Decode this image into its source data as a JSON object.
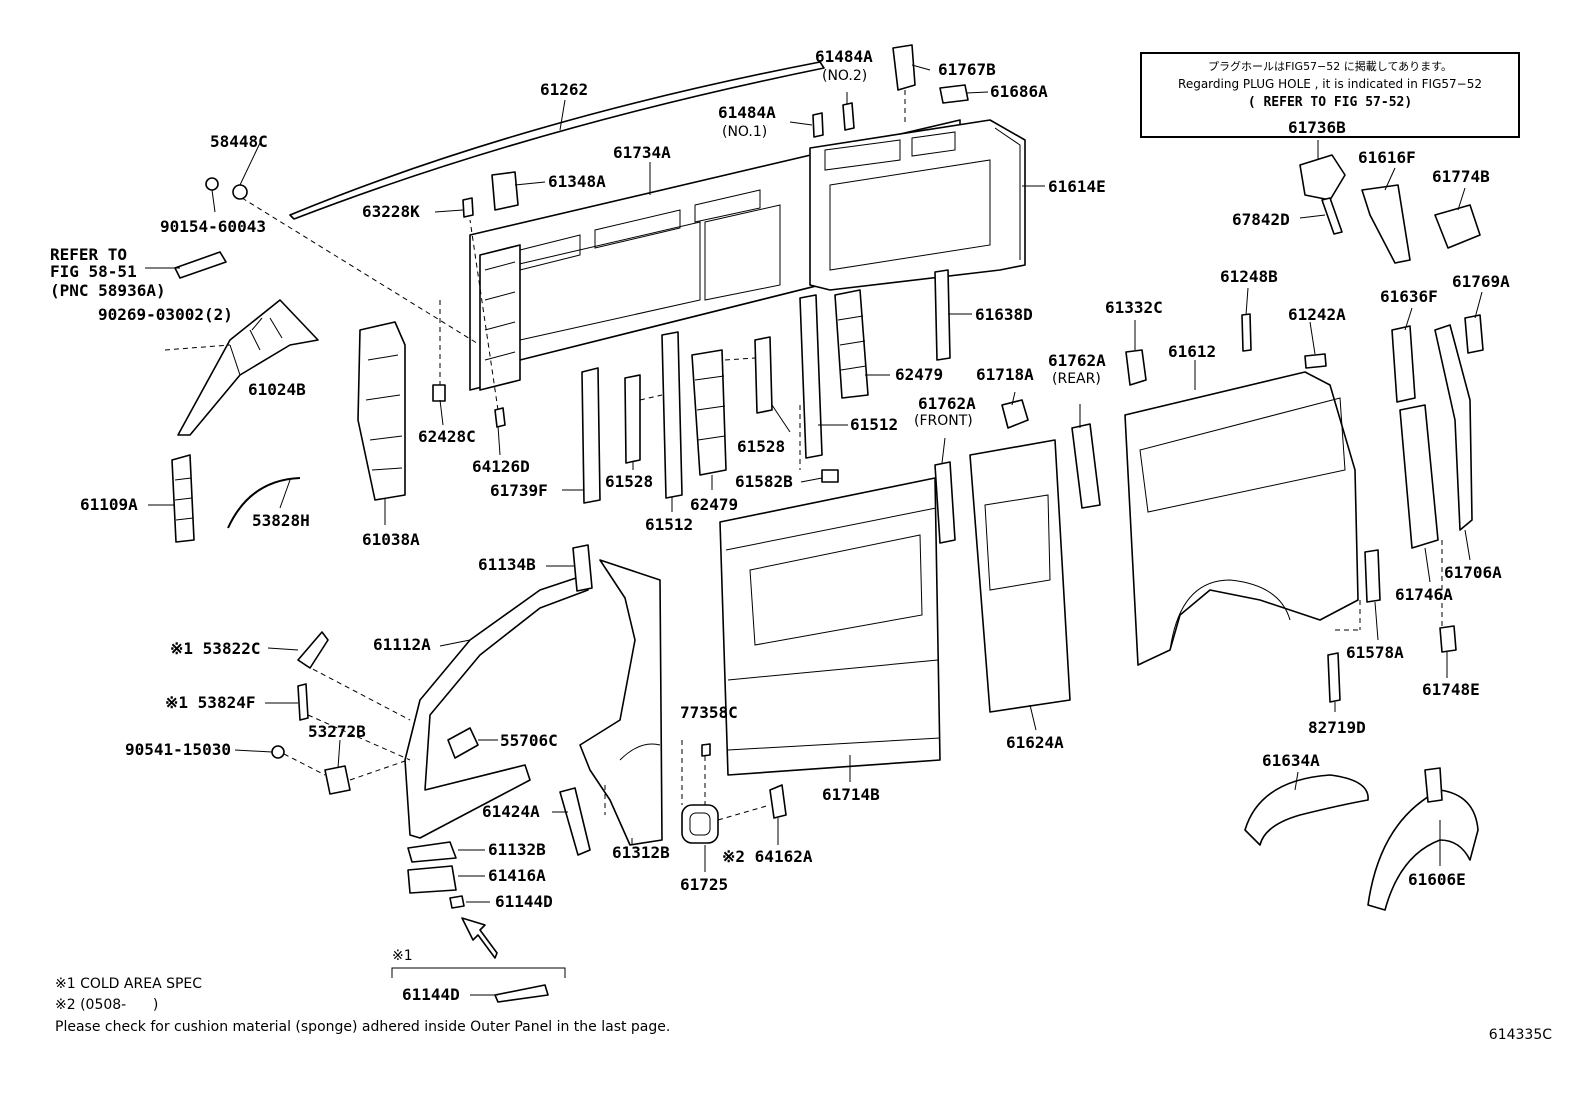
{
  "note_box": {
    "line1": "プラグホールはFIG57−52 に掲載してあります。",
    "line2": "Regarding PLUG HOLE , it is indicated in FIG57−52",
    "line3": "( REFER TO FIG 57-52)"
  },
  "labels": {
    "p61262": "61262",
    "p58448C": "58448C",
    "p90154": "90154-60043",
    "refer1": "REFER TO",
    "refer2": "FIG 58-51",
    "refer3": "(PNC 58936A)",
    "p90269": "90269-03002(2)",
    "p61024B": "61024B",
    "p61109A": "61109A",
    "p53828H": "53828H",
    "p61038A": "61038A",
    "p62428C": "62428C",
    "p64126D": "64126D",
    "p63228K": "63228K",
    "p61348A": "61348A",
    "p61734A": "61734A",
    "p61484A1": "61484A",
    "p61484A1sub": "(NO.1)",
    "p61484A2": "61484A",
    "p61484A2sub": "(NO.2)",
    "p61767B": "61767B",
    "p61686A": "61686A",
    "p61614E": "61614E",
    "p61638D": "61638D",
    "p62479a": "62479",
    "p62479b": "62479",
    "p61512a": "61512",
    "p61512b": "61512",
    "p61528a": "61528",
    "p61528b": "61528",
    "p61739F": "61739F",
    "p61582B": "61582B",
    "p61718A": "61718A",
    "p61762Af": "61762A",
    "p61762Afsub": "(FRONT)",
    "p61762Ar": "61762A",
    "p61762Arsub": "(REAR)",
    "p61332C": "61332C",
    "p61612": "61612",
    "p61248B": "61248B",
    "p61242A": "61242A",
    "p61736B": "61736B",
    "p61616F": "61616F",
    "p61774B": "61774B",
    "p67842D": "67842D",
    "p61636F": "61636F",
    "p61769A": "61769A",
    "p61706A": "61706A",
    "p61746A": "61746A",
    "p61578A": "61578A",
    "p61748E": "61748E",
    "p82719D": "82719D",
    "p61634A": "61634A",
    "p61606E": "61606E",
    "p61624A": "61624A",
    "p61714B": "61714B",
    "p61134B": "61134B",
    "p61112A": "61112A",
    "p53822C": "※1 53822C",
    "p53824F": "※1 53824F",
    "p53272B": "53272B",
    "p90541": "90541-15030",
    "p55706C": "55706C",
    "p61424A": "61424A",
    "p61312B": "61312B",
    "p61132B": "61132B",
    "p61416A": "61416A",
    "p61144D": "61144D",
    "p77358C": "77358C",
    "p61725": "61725",
    "p64162A": "※2 64162A",
    "star1": "※1",
    "p61144D2": "61144D"
  },
  "footer": {
    "note1": "※1 COLD AREA SPEC",
    "note2": "※2 (0508-      )",
    "note3": "Please check for cushion material (sponge) adhered inside Outer Panel in the last page.",
    "fig_code": "614335C"
  }
}
